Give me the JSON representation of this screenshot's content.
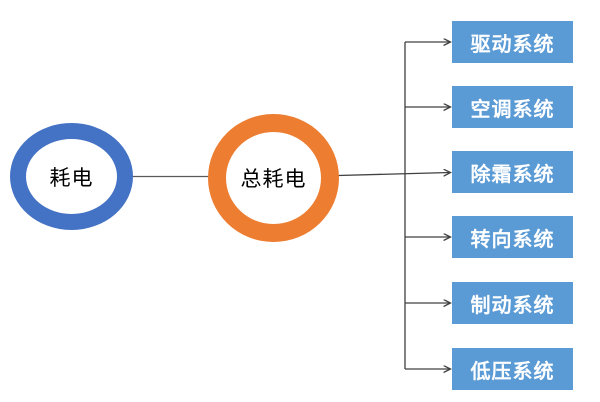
{
  "diagram": {
    "root": {
      "label": "耗电",
      "ring_color": "#4472C4"
    },
    "hub": {
      "label": "总耗电",
      "ring_color": "#ED7D31"
    },
    "branches": [
      {
        "label": "驱动系统"
      },
      {
        "label": "空调系统"
      },
      {
        "label": "除霜系统"
      },
      {
        "label": "转向系统"
      },
      {
        "label": "制动系统"
      },
      {
        "label": "低压系统"
      }
    ],
    "branch_fill_color": "#5B9BD5",
    "branch_text_color": "#ffffff",
    "connector_color": "#404040",
    "background_color": "#ffffff"
  }
}
